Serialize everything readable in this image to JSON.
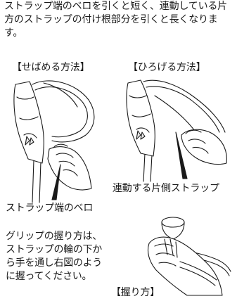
{
  "intro": {
    "text": "ストラップ端のベロを引くと短く、連動している片方のストラップの付け根部分を引くと長くなります。"
  },
  "figures": {
    "narrow_label": "【せばめる方法】",
    "wide_label": "【ひろげる方法】",
    "caption_connected_strap": "連動する片側ストラップ",
    "caption_strap_tab": "ストラップ端のベロ"
  },
  "grip": {
    "text": "グリップの握り方は、ストラップの輪の下から手を通し右図のように握ってください。",
    "label": "【握り方】"
  }
}
